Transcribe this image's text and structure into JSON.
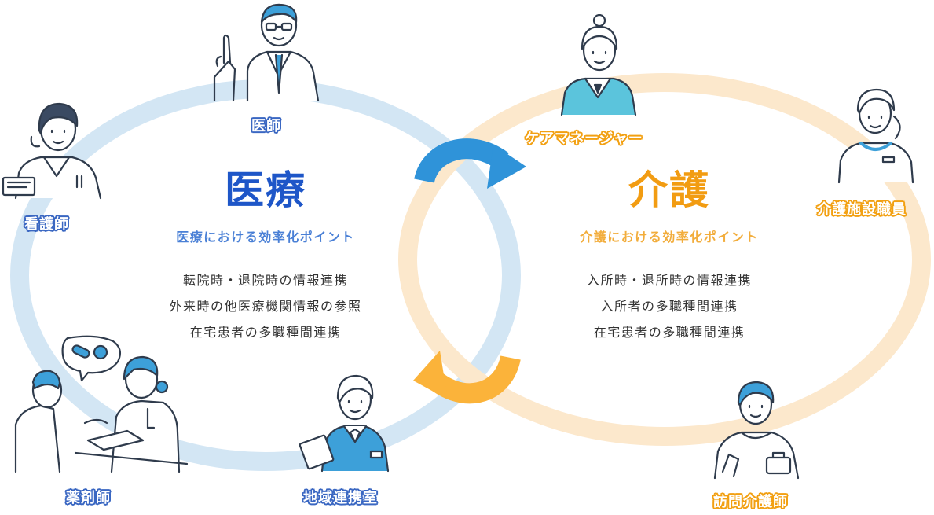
{
  "colors": {
    "medical_blue": "#1e56c8",
    "medical_sub": "#4a80d6",
    "care_orange": "#f29c12",
    "care_sub": "#f2ad3c",
    "blue_ring": "#d3e6f4",
    "orange_ring": "#fce8cc",
    "arrow_blue": "#2f93d9",
    "arrow_orange": "#fbb33a",
    "label_outline_blue": "#3a67c2",
    "label_outline_orange": "#f2a012",
    "text_dark": "#333333"
  },
  "medical": {
    "title": "医療",
    "subtitle": "医療における効率化ポイント",
    "points": [
      "転院時・退院時の情報連携",
      "外来時の他医療機関情報の参照",
      "在宅患者の多職種間連携"
    ],
    "roles": {
      "doctor": "医師",
      "nurse": "看護師",
      "pharmacist": "薬剤師",
      "liaison": "地域連携室"
    }
  },
  "care": {
    "title": "介護",
    "subtitle": "介護における効率化ポイント",
    "points": [
      "入所時・退所時の情報連携",
      "入所者の多職種間連携",
      "在宅患者の多職種間連携"
    ],
    "roles": {
      "care_manager": "ケアマネージャー",
      "facility_staff": "介護施設職員",
      "visiting_caregiver": "訪問介護師"
    }
  },
  "icons": {
    "arrow_to_care": "curved-arrow-right-icon",
    "arrow_to_medical": "curved-arrow-left-icon"
  }
}
